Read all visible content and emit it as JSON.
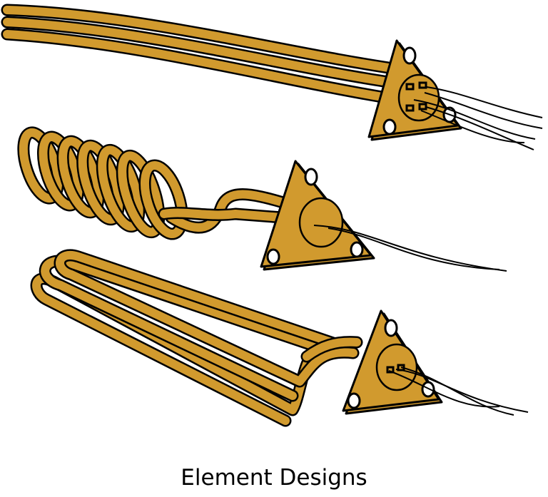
{
  "caption": "Element Designs",
  "colors": {
    "element_metal": "#D19A2E",
    "outline": "#000000",
    "background": "#FFFFFF"
  },
  "elements": [
    {
      "design": "straight-triple-tube"
    },
    {
      "design": "coiled-tube"
    },
    {
      "design": "folded-hairpin-tube"
    }
  ]
}
